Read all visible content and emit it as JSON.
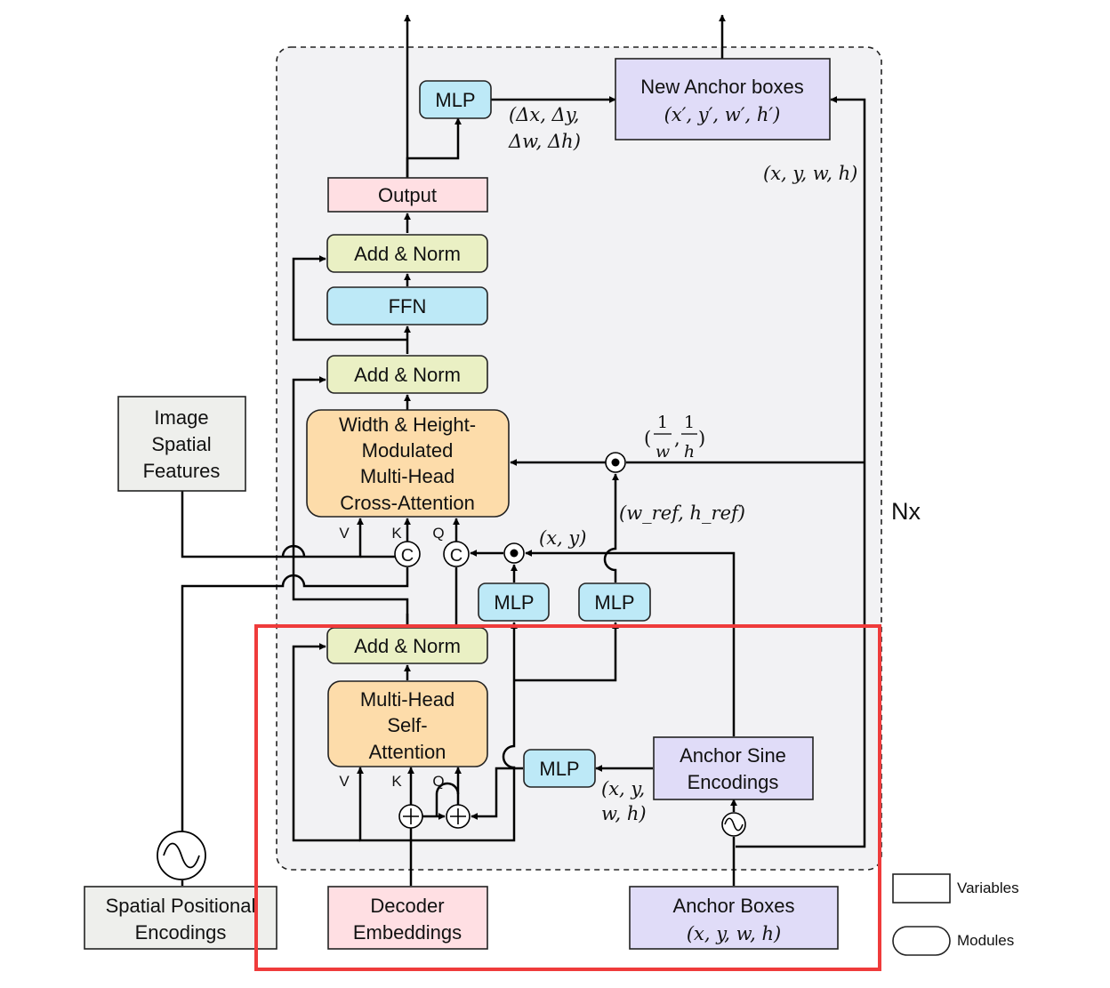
{
  "labels": {
    "new_anchor_title": "New Anchor boxes",
    "new_anchor_vars": "(x′, y′, w′, h′)",
    "mlp_top": "MLP",
    "delta_1": "(Δx, Δy,",
    "delta_2": "Δw, Δh)",
    "xywh_right": "(x, y, w, h)",
    "output": "Output",
    "add_norm_top": "Add & Norm",
    "ffn": "FFN",
    "add_norm_mid": "Add & Norm",
    "cross_attn_1": "Width & Height-",
    "cross_attn_2": "Modulated",
    "cross_attn_3": "Multi-Head",
    "cross_attn_4": "Cross-Attention",
    "inv_wh_num": "1",
    "inv_w_den": "w",
    "inv_h_den": "h",
    "wh_ref": "(w_ref, h_ref)",
    "xy": "(x, y)",
    "nx": "Nx",
    "image_feat_1": "Image",
    "image_feat_2": "Spatial",
    "image_feat_3": "Features",
    "v_top": "V",
    "k_top": "K",
    "q_top": "Q",
    "concat": "C",
    "mlp_mid_left": "MLP",
    "mlp_mid_right": "MLP",
    "add_norm_bot": "Add & Norm",
    "self_attn_1": "Multi-Head",
    "self_attn_2": "Self-",
    "self_attn_3": "Attention",
    "v_bot": "V",
    "k_bot": "K",
    "q_bot": "Q",
    "mlp_bot": "MLP",
    "xywh_mlp_1": "(x, y,",
    "xywh_mlp_2": "w, h)",
    "anchor_sine_1": "Anchor Sine",
    "anchor_sine_2": "Encodings",
    "spatial_pos_1": "Spatial Positional",
    "spatial_pos_2": "Encodings",
    "decoder_emb_1": "Decoder",
    "decoder_emb_2": "Embeddings",
    "anchor_boxes_1": "Anchor Boxes",
    "anchor_boxes_2": "(x, y, w, h)",
    "legend_variables": "Variables",
    "legend_modules": "Modules"
  },
  "colors": {
    "pink": "#ffdfe3",
    "lavender": "#e0dcf8",
    "yellow": "#eaf0c4",
    "blue": "#bde9f7",
    "orange": "#fddcaa",
    "grey": "#eeefec",
    "highlight": "#ef3b3b",
    "panel": "#f2f2f4"
  }
}
